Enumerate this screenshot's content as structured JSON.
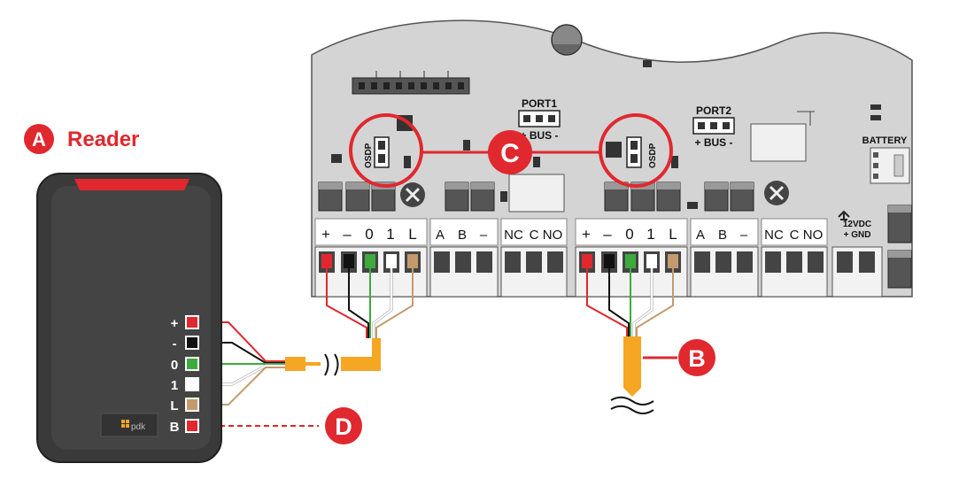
{
  "callouts": {
    "a": {
      "letter": "A",
      "label": "Reader"
    },
    "b": {
      "letter": "B"
    },
    "c": {
      "letter": "C"
    },
    "d": {
      "letter": "D"
    }
  },
  "board": {
    "port1": {
      "title": "PORT1",
      "bus": "+ BUS -"
    },
    "port2": {
      "title": "PORT2",
      "bus": "+ BUS -"
    },
    "battery_label": "BATTERY",
    "osdp_label": "OSDP",
    "power_label_line1": "12VDC",
    "power_label_line2": "+ GND",
    "terminal_group_1": [
      "+",
      "–",
      "0",
      "1",
      "L"
    ],
    "terminal_group_2": [
      "A",
      "B",
      "–"
    ],
    "terminal_group_3": [
      "NC",
      "C",
      "NO"
    ]
  },
  "reader": {
    "logo": "pdk",
    "pins": [
      "+",
      "-",
      "0",
      "1",
      "L",
      "B"
    ]
  },
  "colors": {
    "callout_red": "#e0282e",
    "cable_orange": "#f5a623",
    "board_gray": "#d4d4d4",
    "reader_body": "#3a3a3a",
    "wire_red": "#e0282e",
    "wire_black": "#111111",
    "wire_green": "#3daa3d",
    "wire_white": "#ffffff",
    "wire_tan": "#c49a6c"
  }
}
